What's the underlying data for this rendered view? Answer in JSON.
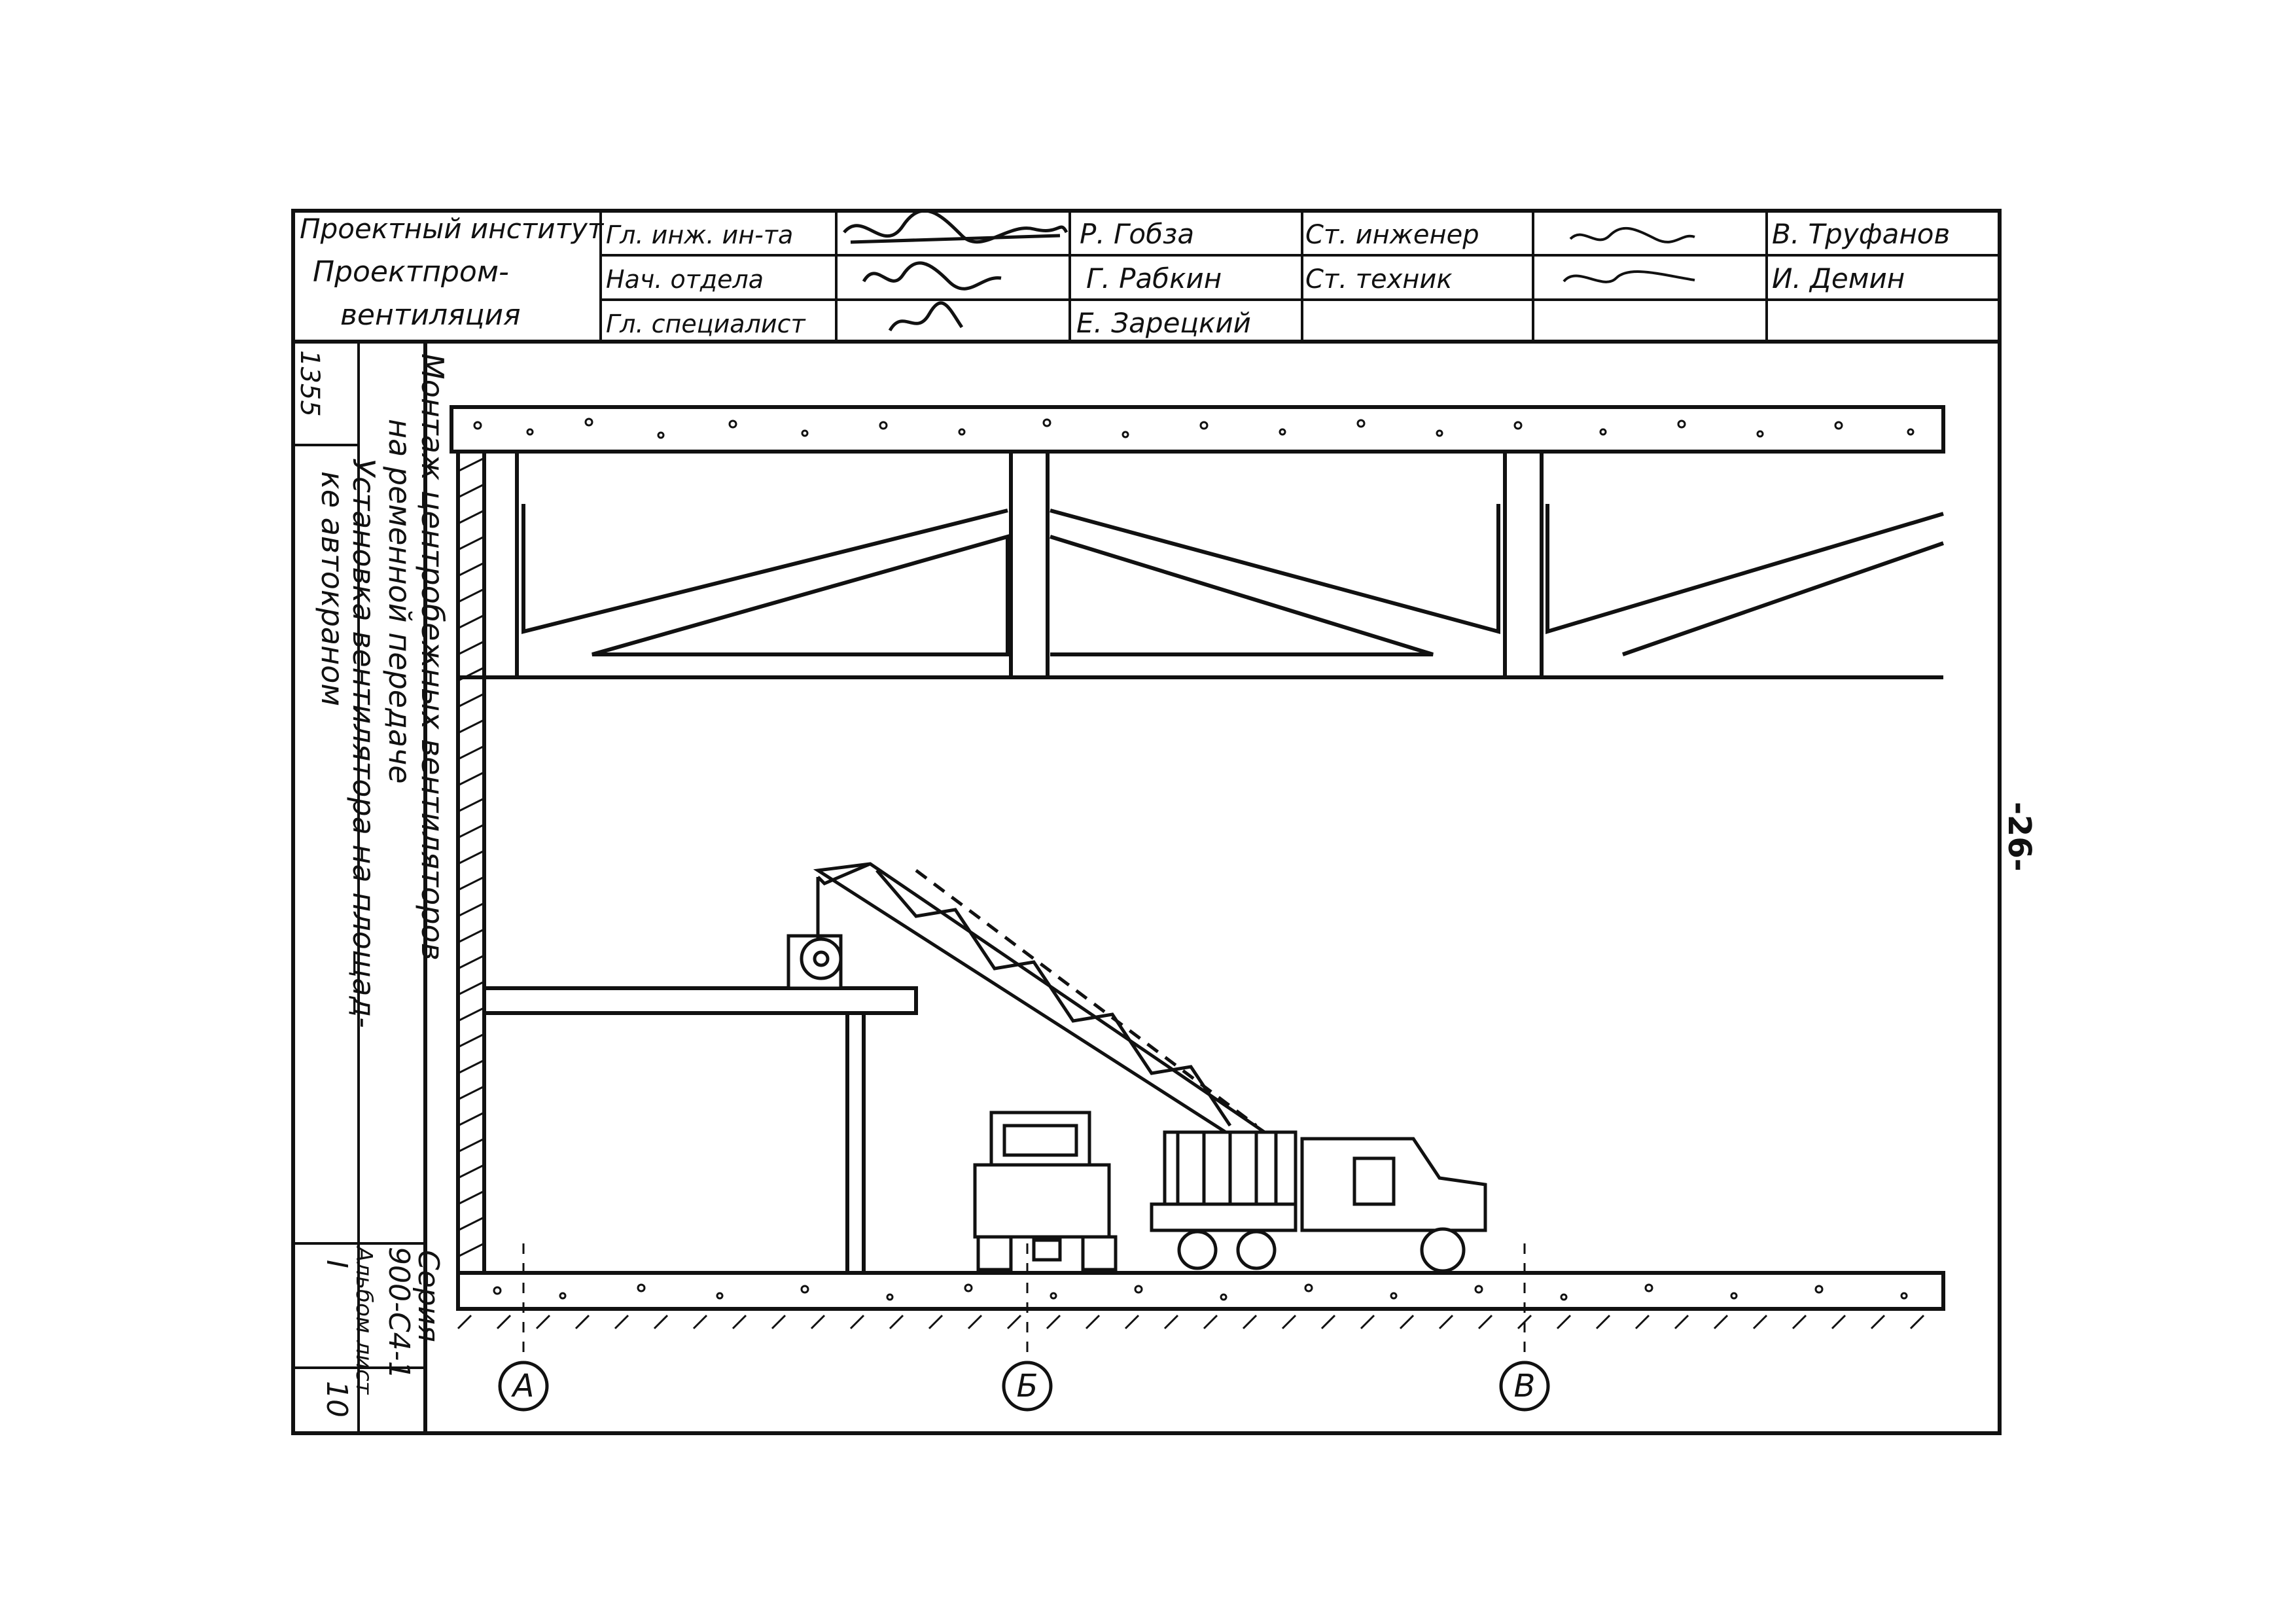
{
  "title_block": {
    "institute_line1": "Проектный институт",
    "institute_line2": "Проектпром-",
    "institute_line3": "вентиляция",
    "roles": [
      "Гл. инж. ин-та",
      "Нач. отдела",
      "Гл. специалист"
    ],
    "names": [
      "Р. Гобза",
      "Г. Рабкин",
      "Е. Зарецкий"
    ],
    "roles2": [
      "Ст. инженер",
      "Ст. техник"
    ],
    "names2": [
      "В. Труфанов",
      "И. Демин"
    ]
  },
  "side_block": {
    "doc_number": "1355",
    "title_line1": "Монтаж центробежных вентиляторов",
    "title_line2": "на ременной передаче",
    "subtitle_line1": "Установка вентилятора на площад-",
    "subtitle_line2": "ке автокраном",
    "series_label": "Серия",
    "series_value": "900-С4-1",
    "album_sheet_label": "Альбом лист",
    "album_value": "I",
    "sheet_value": "10"
  },
  "page_number": "-26-",
  "axes": [
    "А",
    "Б",
    "В"
  ]
}
